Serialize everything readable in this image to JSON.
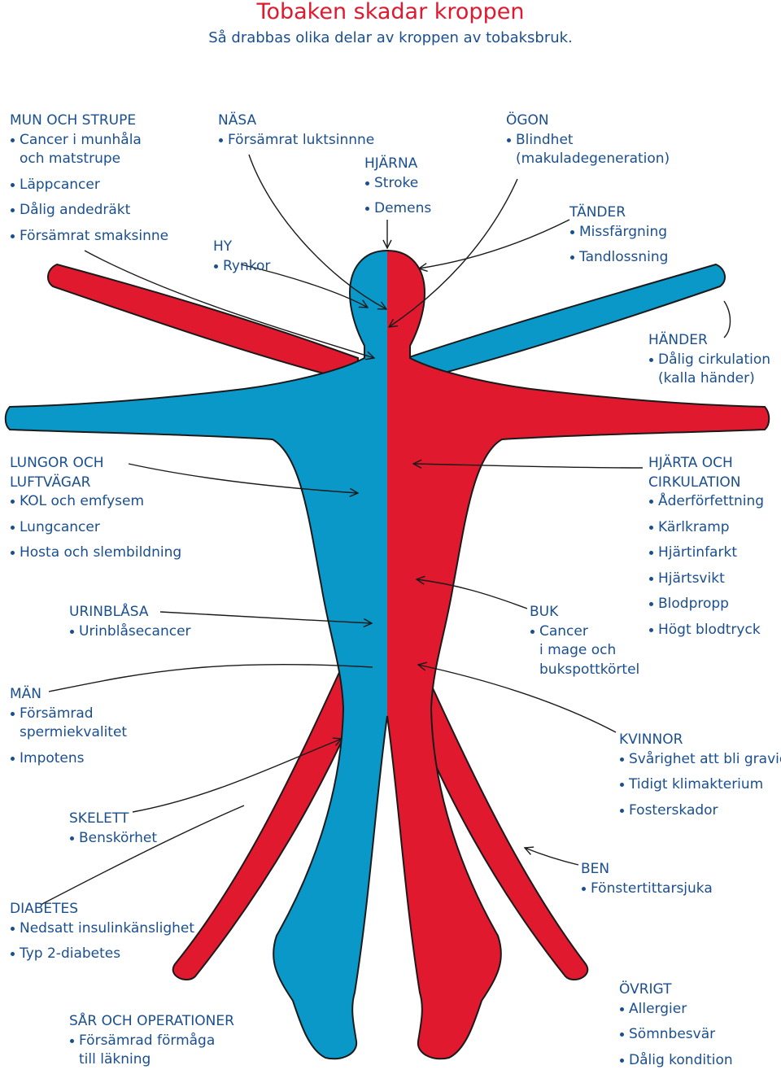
{
  "title": "Tobaken skadar kroppen",
  "subtitle": "Så drabbas olika delar av kroppen av tobaksbruk.",
  "colors": {
    "accent_red": "#e0192f",
    "body_blue": "#0a98c9",
    "text_blue": "#1a4f8f",
    "outline": "#1a1a1a"
  },
  "sections": {
    "mun": {
      "heading": "MUN OCH STRUPE",
      "items": [
        "Cancer i munhåla\noch matstrupe",
        "Läppcancer",
        "Dålig andedräkt",
        "Försämrat smaksinne"
      ]
    },
    "nasa": {
      "heading": "NÄSA",
      "items": [
        "Försämrat luktsinnne"
      ]
    },
    "hjarna": {
      "heading": "HJÄRNA",
      "items": [
        "Stroke",
        "Demens"
      ]
    },
    "ogon": {
      "heading": "ÖGON",
      "items": [
        "Blindhet\n(makuladegeneration)"
      ]
    },
    "hy": {
      "heading": "HY",
      "items": [
        "Rynkor"
      ]
    },
    "tander": {
      "heading": "TÄNDER",
      "items": [
        "Missfärgning",
        "Tandlossning"
      ]
    },
    "hander": {
      "heading": "HÄNDER",
      "items": [
        "Dålig cirkulation\n(kalla händer)"
      ]
    },
    "lungor": {
      "heading": "LUNGOR OCH\nLUFTVÄGAR",
      "items": [
        "KOL och emfysem",
        "Lungcancer",
        "Hosta och slembildning"
      ]
    },
    "hjarta": {
      "heading": "HJÄRTA OCH\nCIRKULATION",
      "items": [
        "Åderförfettning",
        "Kärlkramp",
        "Hjärtinfarkt",
        "Hjärtsvikt",
        "Blodpropp",
        "Högt blodtryck"
      ]
    },
    "urinblasa": {
      "heading": "URINBLÅSA",
      "items": [
        "Urinblåsecancer"
      ]
    },
    "buk": {
      "heading": "BUK",
      "items": [
        "Cancer\ni mage och\nbukspottkörtel"
      ]
    },
    "man": {
      "heading": "MÄN",
      "items": [
        "Försämrad\nspermiekvalitet",
        "Impotens"
      ]
    },
    "kvinnor": {
      "heading": "KVINNOR",
      "items": [
        "Svårighet att bli gravid",
        "Tidigt klimakterium",
        "Fosterskador"
      ]
    },
    "skelett": {
      "heading": "SKELETT",
      "items": [
        "Benskörhet"
      ]
    },
    "ben": {
      "heading": "BEN",
      "items": [
        "Fönstertittarsjuka"
      ]
    },
    "diabetes": {
      "heading": "DIABETES",
      "items": [
        "Nedsatt insulinkänslighet",
        "Typ 2-diabetes"
      ]
    },
    "sar": {
      "heading": "SÅR OCH OPERATIONER",
      "items": [
        "Försämrad förmåga\ntill läkning"
      ]
    },
    "ovrigt": {
      "heading": "ÖVRIGT",
      "items": [
        "Allergier",
        "Sömnbesvär",
        "Dålig kondition"
      ]
    }
  }
}
